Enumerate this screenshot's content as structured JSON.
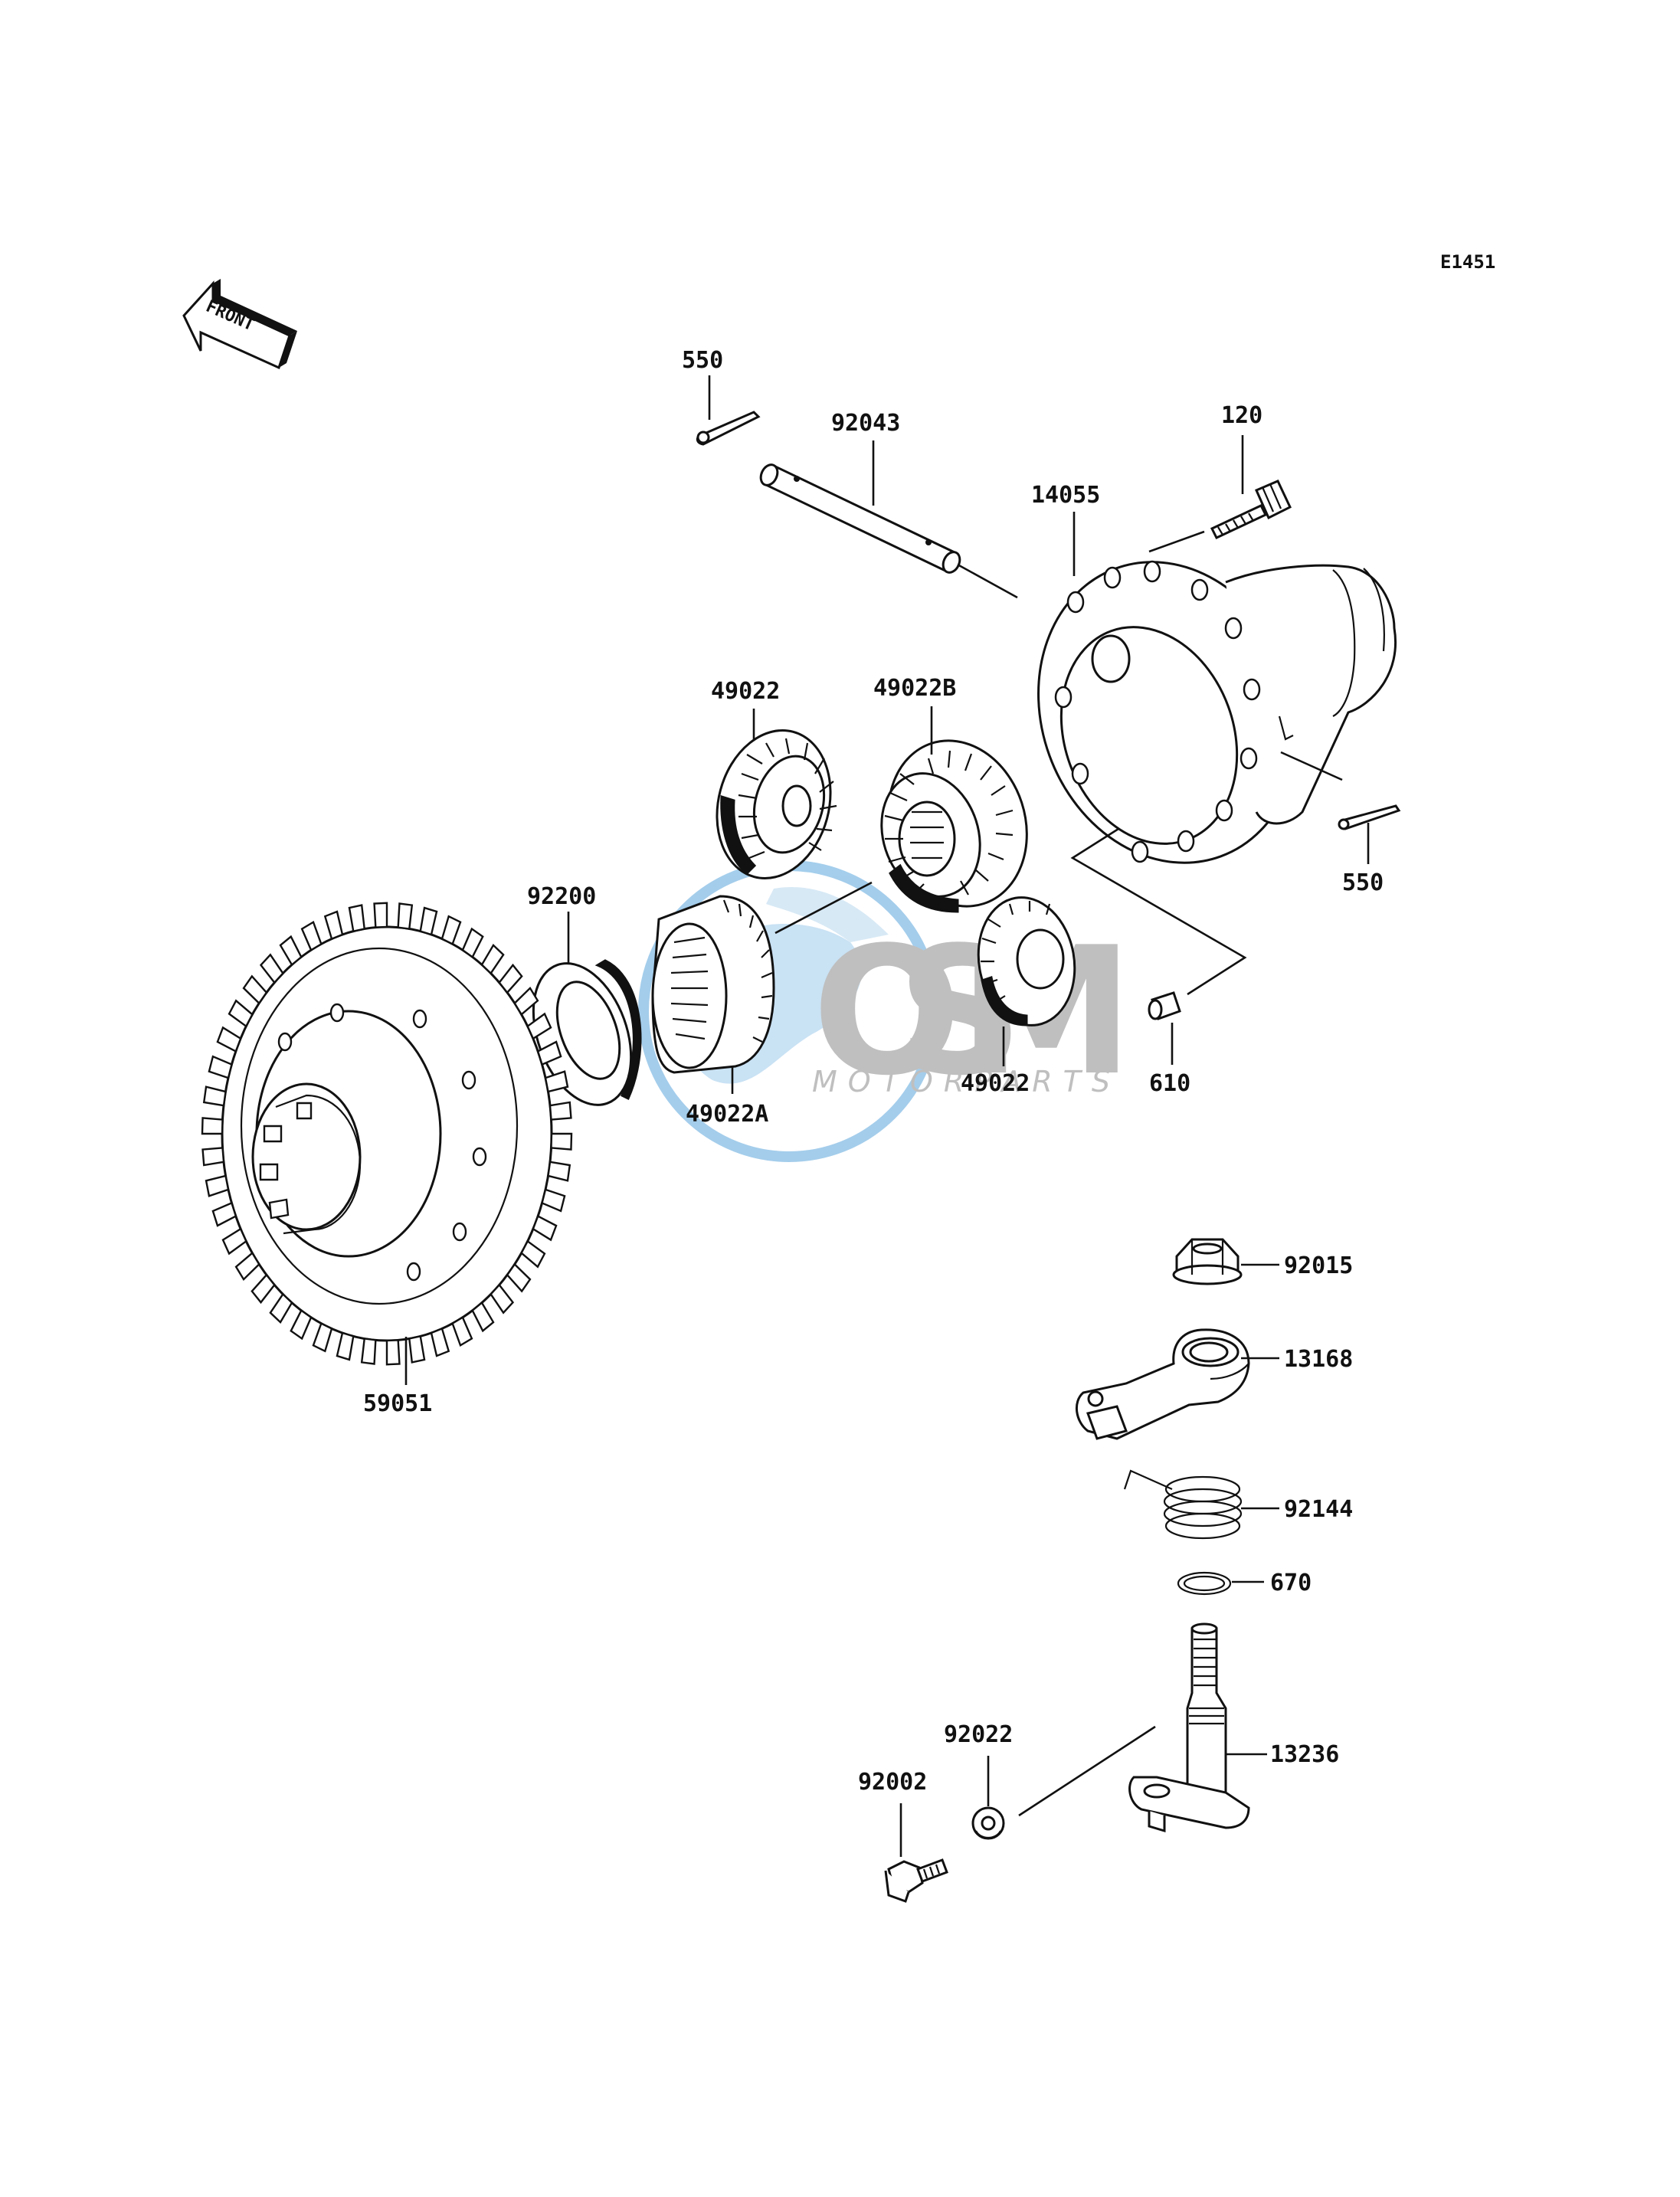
{
  "diagram_code": "E1451",
  "front_label": "FRONT",
  "watermark": {
    "brand": "OSM",
    "subtitle": "MOTORPARTS"
  },
  "parts": [
    {
      "id": "p550a",
      "number": "550",
      "name": "cotter-pin"
    },
    {
      "id": "p92043",
      "number": "92043",
      "name": "pinion-shaft"
    },
    {
      "id": "p120",
      "number": "120",
      "name": "bolt"
    },
    {
      "id": "p14055",
      "number": "14055",
      "name": "differential-case"
    },
    {
      "id": "p49022a1",
      "number": "49022",
      "name": "pinion-gear"
    },
    {
      "id": "p49022B",
      "number": "49022B",
      "name": "side-gear-b"
    },
    {
      "id": "p550b",
      "number": "550",
      "name": "cotter-pin-2"
    },
    {
      "id": "p92200",
      "number": "92200",
      "name": "washer"
    },
    {
      "id": "p49022A",
      "number": "49022A",
      "name": "side-gear-a"
    },
    {
      "id": "p49022a2",
      "number": "49022",
      "name": "pinion-gear-2"
    },
    {
      "id": "p610",
      "number": "610",
      "name": "dowel-pin"
    },
    {
      "id": "p59051",
      "number": "59051",
      "name": "ring-gear"
    },
    {
      "id": "p92015",
      "number": "92015",
      "name": "nut"
    },
    {
      "id": "p13168",
      "number": "13168",
      "name": "lever"
    },
    {
      "id": "p92144",
      "number": "92144",
      "name": "spring"
    },
    {
      "id": "p670",
      "number": "670",
      "name": "circlip"
    },
    {
      "id": "p92022",
      "number": "92022",
      "name": "washer-2"
    },
    {
      "id": "p13236",
      "number": "13236",
      "name": "shaft-lever"
    },
    {
      "id": "p92002",
      "number": "92002",
      "name": "bolt-2"
    }
  ],
  "colors": {
    "line": "#111111",
    "background": "#ffffff",
    "watermark_blue": "#5aa6dc",
    "watermark_gray": "#8c8c8c"
  }
}
